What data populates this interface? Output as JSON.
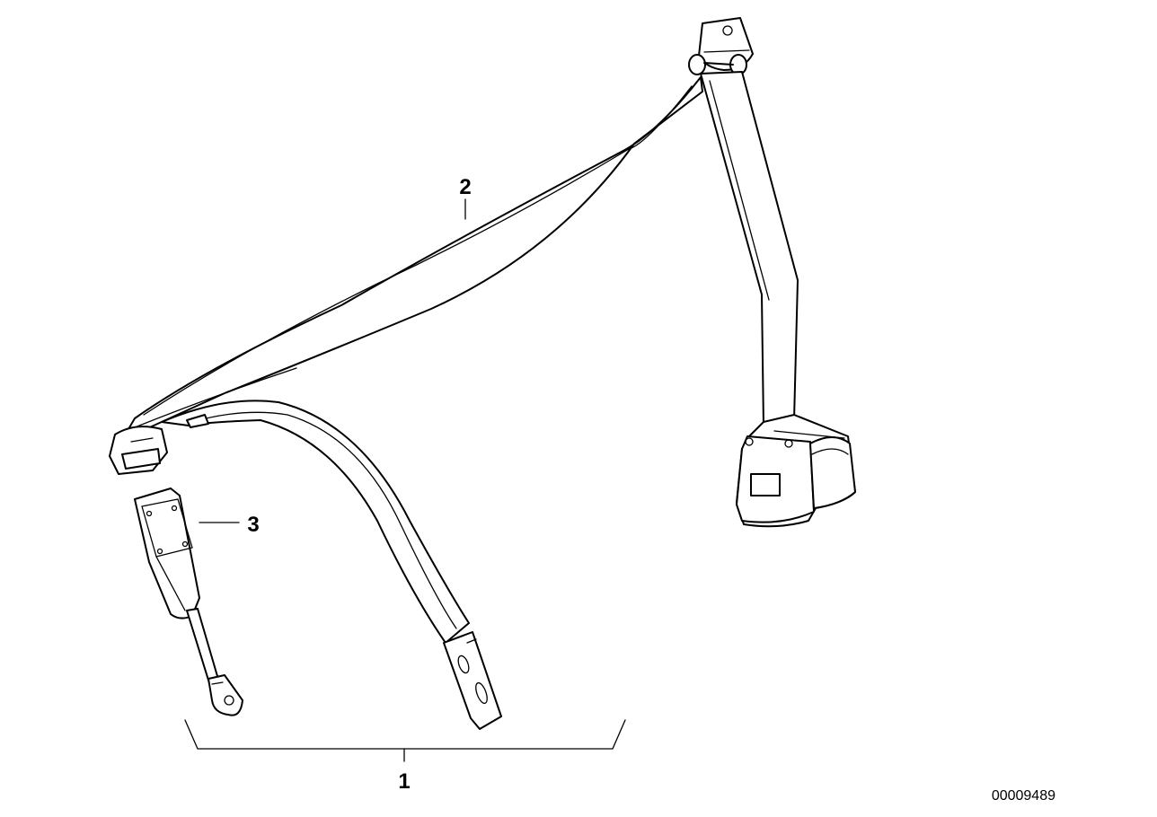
{
  "callouts": {
    "assembly": "1",
    "belt": "2",
    "buckle": "3"
  },
  "document_number": "00009489"
}
